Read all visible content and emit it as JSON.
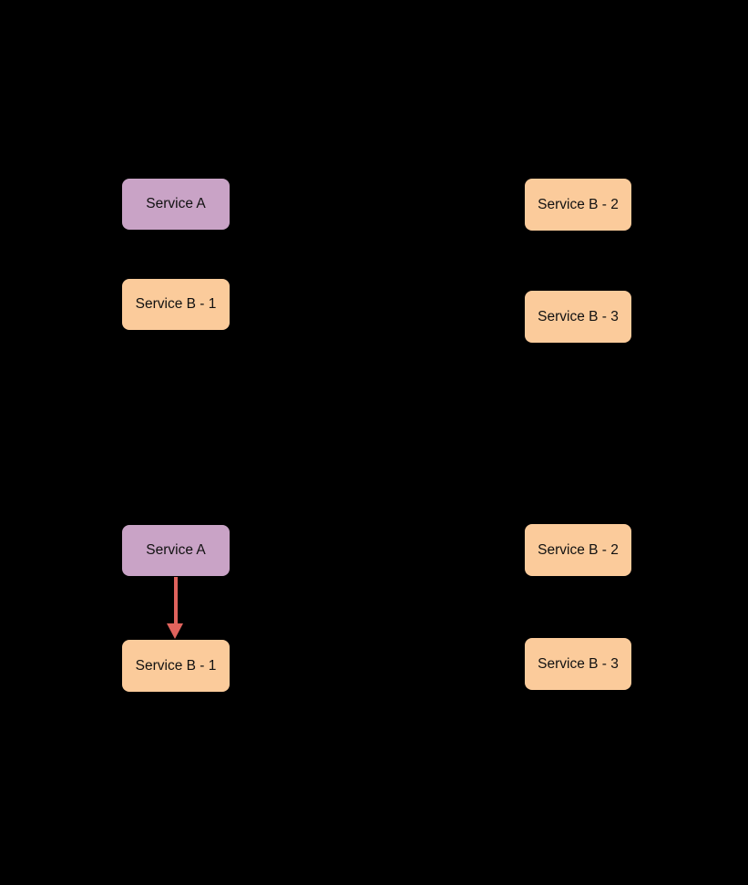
{
  "diagram": {
    "background_color": "#000000",
    "text_color": "#111111",
    "node_colors": {
      "service_a_fill": "#c9a3c6",
      "service_b_fill": "#fbcb9b"
    },
    "arrow_color": "#e0635d",
    "groups": [
      {
        "id": "top",
        "nodes": [
          {
            "id": "service-a",
            "label": "Service A"
          },
          {
            "id": "service-b-1",
            "label": "Service B - 1"
          },
          {
            "id": "service-b-2",
            "label": "Service B - 2"
          },
          {
            "id": "service-b-3",
            "label": "Service B - 3"
          }
        ],
        "edges": []
      },
      {
        "id": "bottom",
        "nodes": [
          {
            "id": "service-a",
            "label": "Service A"
          },
          {
            "id": "service-b-1",
            "label": "Service B - 1"
          },
          {
            "id": "service-b-2",
            "label": "Service B - 2"
          },
          {
            "id": "service-b-3",
            "label": "Service B - 3"
          }
        ],
        "edges": [
          {
            "from": "service-a",
            "to": "service-b-1",
            "color": "#e0635d"
          }
        ]
      }
    ]
  }
}
